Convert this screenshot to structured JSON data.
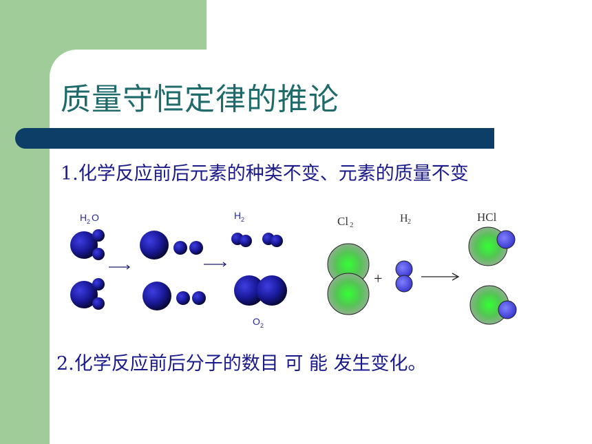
{
  "slide": {
    "title": "质量守恒定律的推论",
    "point1": "1.化学反应前后元素的种类不变、元素的质量不变",
    "point2": "2.化学反应前后分子的数目 可 能 发生变化。"
  },
  "diagram_left": {
    "label_water": "H",
    "label_water_sub": "2",
    "label_water_tail": "O",
    "label_h2": "H",
    "label_h2_sub": "2",
    "label_o2": "O",
    "label_o2_sub": "2"
  },
  "diagram_right": {
    "label_cl2": "Cl",
    "label_cl2_sub": "2",
    "label_h2": "H",
    "label_h2_sub": "2",
    "label_hcl": "HCl",
    "plus": "+"
  },
  "colors": {
    "green": "#9fcc98",
    "navy_bar": "#0d3e68",
    "title": "#1f6b6b",
    "text": "#1a1a8a"
  }
}
